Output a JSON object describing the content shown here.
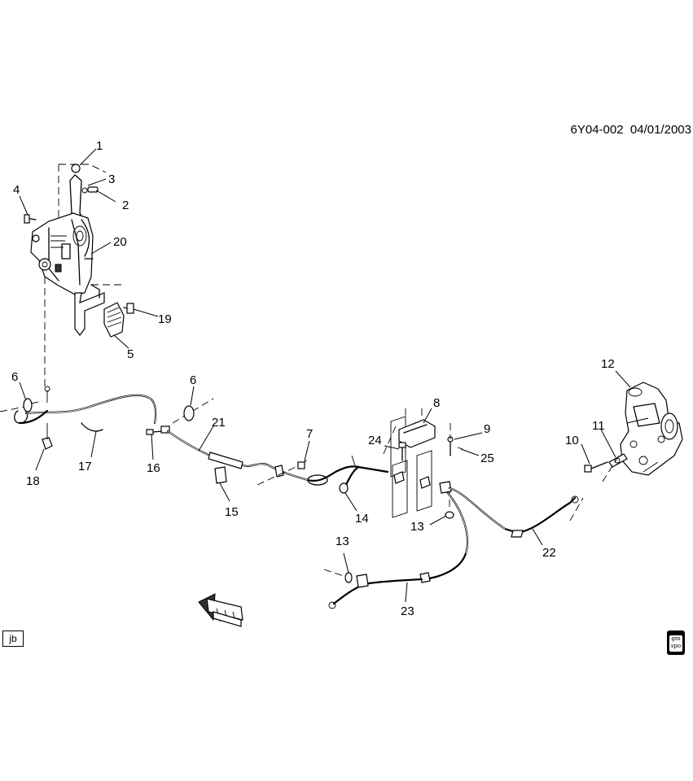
{
  "header": {
    "code": "6Y04-002",
    "date": "04/01/2003"
  },
  "corner_tag": "jb",
  "logo_text": {
    "line1": "gm",
    "line2": "spo"
  },
  "callouts": [
    {
      "id": "c1",
      "label": "1"
    },
    {
      "id": "c2",
      "label": "2"
    },
    {
      "id": "c3",
      "label": "3"
    },
    {
      "id": "c4",
      "label": "4"
    },
    {
      "id": "c5",
      "label": "5"
    },
    {
      "id": "c6a",
      "label": "6"
    },
    {
      "id": "c6b",
      "label": "6"
    },
    {
      "id": "c7",
      "label": "7"
    },
    {
      "id": "c8",
      "label": "8"
    },
    {
      "id": "c9",
      "label": "9"
    },
    {
      "id": "c10",
      "label": "10"
    },
    {
      "id": "c11",
      "label": "11"
    },
    {
      "id": "c12",
      "label": "12"
    },
    {
      "id": "c13a",
      "label": "13"
    },
    {
      "id": "c13b",
      "label": "13"
    },
    {
      "id": "c14",
      "label": "14"
    },
    {
      "id": "c15",
      "label": "15"
    },
    {
      "id": "c16",
      "label": "16"
    },
    {
      "id": "c17",
      "label": "17"
    },
    {
      "id": "c18",
      "label": "18"
    },
    {
      "id": "c19",
      "label": "19"
    },
    {
      "id": "c20",
      "label": "20"
    },
    {
      "id": "c21",
      "label": "21"
    },
    {
      "id": "c22",
      "label": "22"
    },
    {
      "id": "c23",
      "label": "23"
    },
    {
      "id": "c24",
      "label": "24"
    },
    {
      "id": "c25",
      "label": "25"
    }
  ]
}
